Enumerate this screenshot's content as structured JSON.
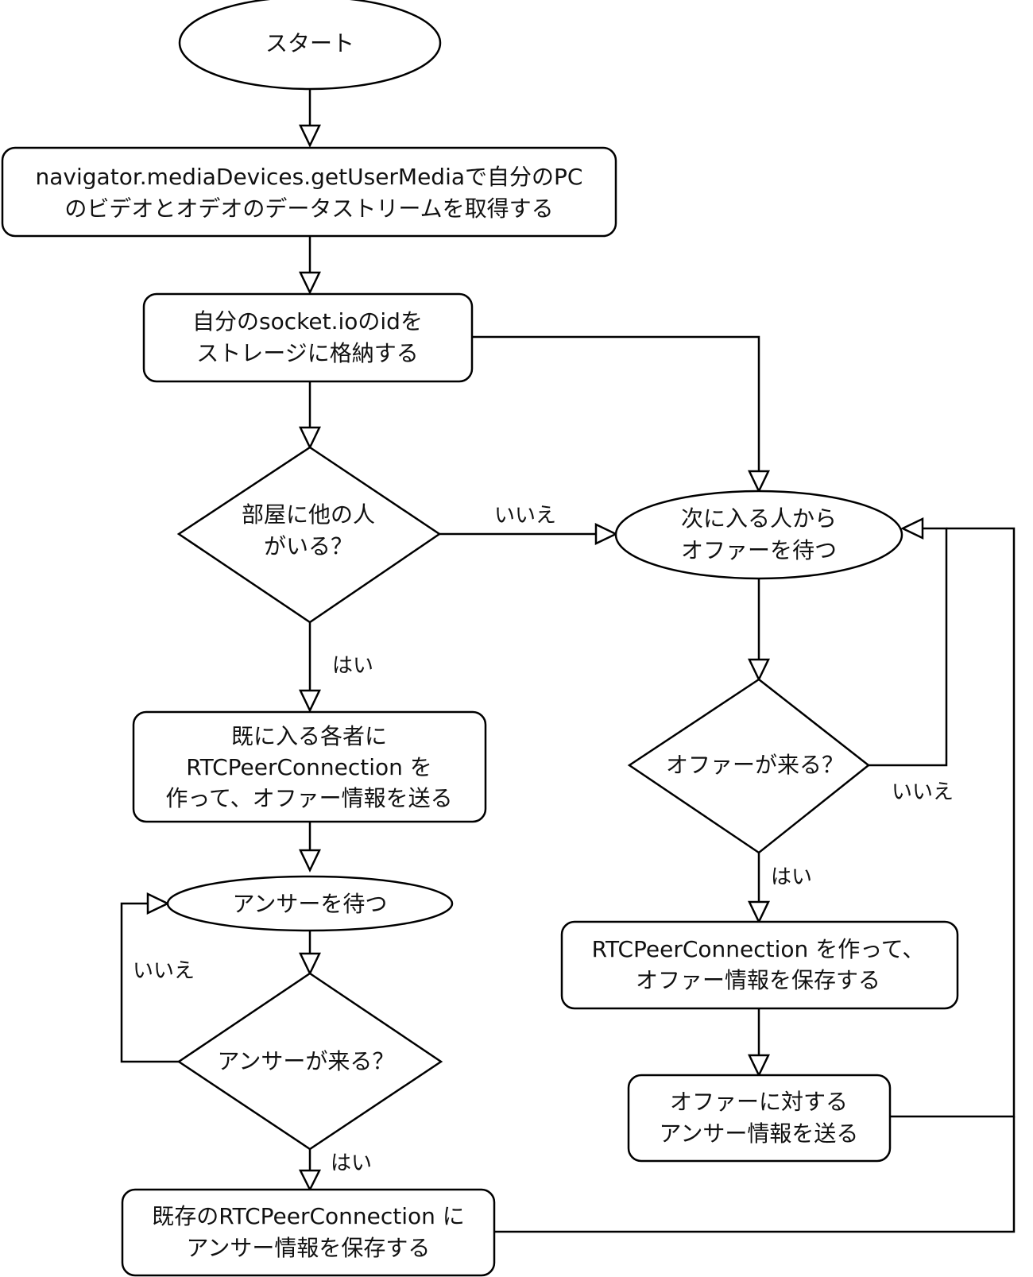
{
  "nodes": {
    "start": {
      "lines": [
        "スタート"
      ]
    },
    "get_media": {
      "lines": [
        "navigator.mediaDevices.getUserMediaで自分のPC",
        "のビデオとオデオのデータストリームを取得する"
      ]
    },
    "store_id": {
      "lines": [
        "自分のsocket.ioのidを",
        "ストレージに格納する"
      ]
    },
    "others_in_room": {
      "lines": [
        "部屋に他の人",
        "がいる？"
      ]
    },
    "wait_offer": {
      "lines": [
        "次に入る人から",
        "オファーを待つ"
      ]
    },
    "send_offers": {
      "lines": [
        "既に入る各者に",
        "RTCPeerConnection を",
        "作って、オファー情報を送る"
      ]
    },
    "offer_arrives": {
      "lines": [
        "オファーが来る？"
      ]
    },
    "wait_answer": {
      "lines": [
        "アンサーを待つ"
      ]
    },
    "save_offer": {
      "lines": [
        "RTCPeerConnection を作って、",
        "オファー情報を保存する"
      ]
    },
    "answer_arrives": {
      "lines": [
        "アンサーが来る？"
      ]
    },
    "send_answer": {
      "lines": [
        "オファーに対する",
        "アンサー情報を送る"
      ]
    },
    "save_answer": {
      "lines": [
        "既存のRTCPeerConnection に",
        "アンサー情報を保存する"
      ]
    }
  },
  "edge_labels": {
    "others_no": "いいえ",
    "others_yes": "はい",
    "offer_no": "いいえ",
    "offer_yes": "はい",
    "answer_no": "いいえ",
    "answer_yes": "はい"
  }
}
